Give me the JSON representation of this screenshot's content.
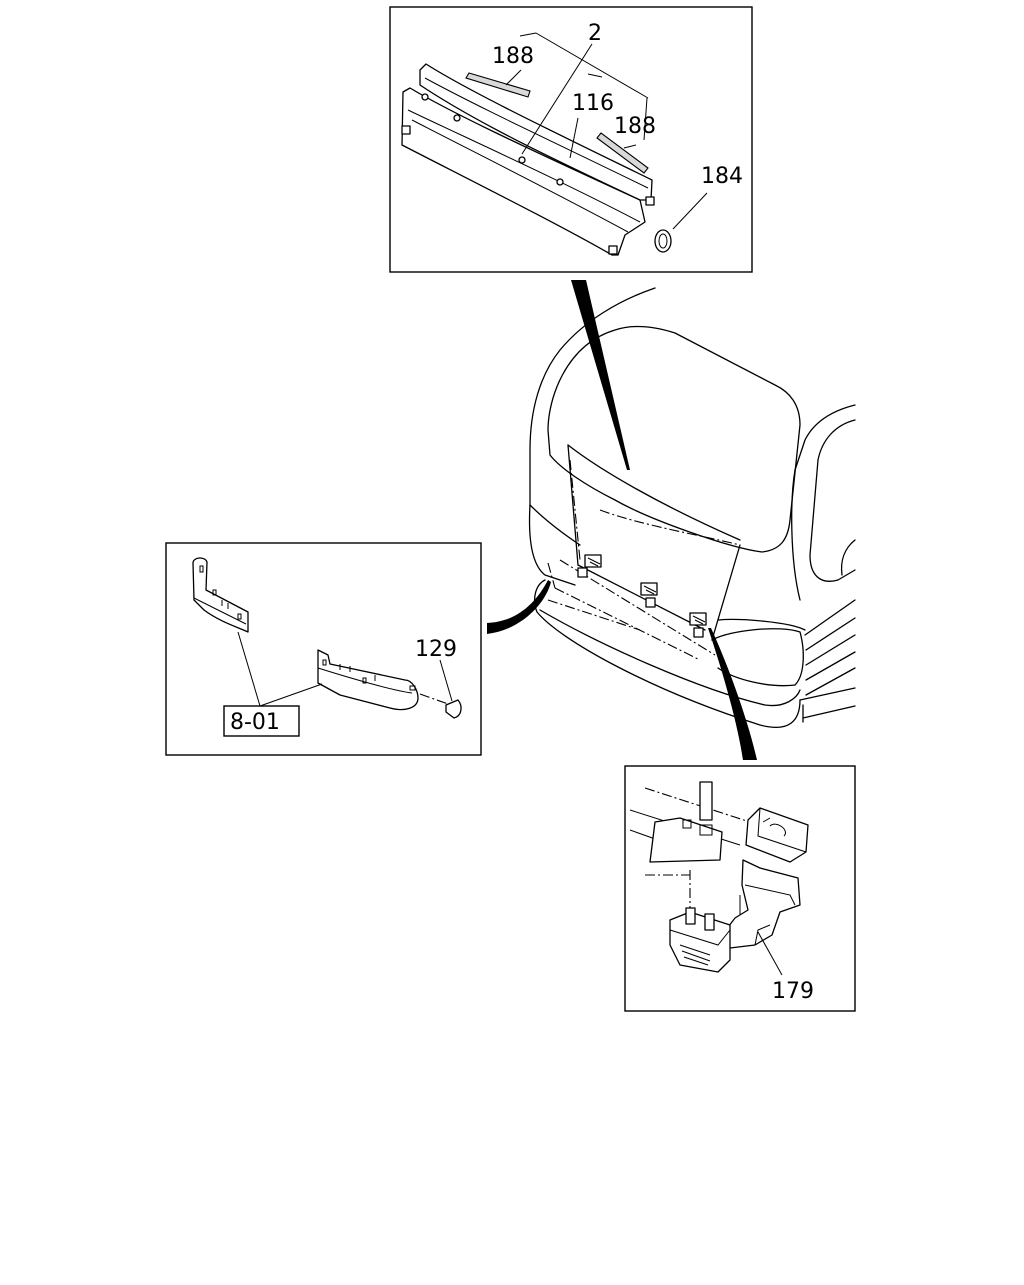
{
  "callouts": {
    "top_assembly": "2",
    "top_strip_left": "188",
    "top_molding": "116",
    "top_strip_right": "188",
    "top_grommet": "184",
    "left_clip": "129",
    "left_ref": "8-01",
    "bottom_bracket": "179"
  },
  "icons": [
    "inset-frame",
    "pointer-arrow",
    "vehicle-outline",
    "part-drawing"
  ]
}
